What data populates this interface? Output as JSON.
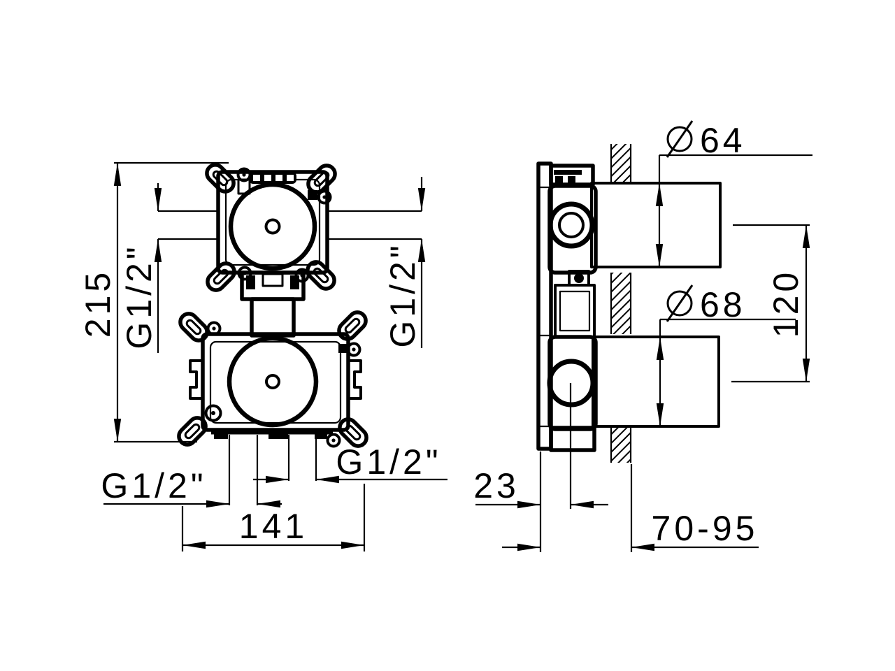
{
  "colors": {
    "background": "#ffffff",
    "ink": "#000000"
  },
  "front_view": {
    "overall_height": "215",
    "inlet_left": "G1/2\"",
    "inlet_right": "G1/2\"",
    "outlet_bottom_left": "G1/2\"",
    "outlet_bottom_right": "G1/2\"",
    "outlet_span": "141"
  },
  "side_view": {
    "plate_to_axis": "23",
    "installation_depth_range": "70-95",
    "port_center_distance": "120",
    "top_trim_diameter": {
      "symbol": "Ø",
      "value": "64"
    },
    "bottom_trim_diameter": {
      "symbol": "Ø",
      "value": "68"
    }
  }
}
